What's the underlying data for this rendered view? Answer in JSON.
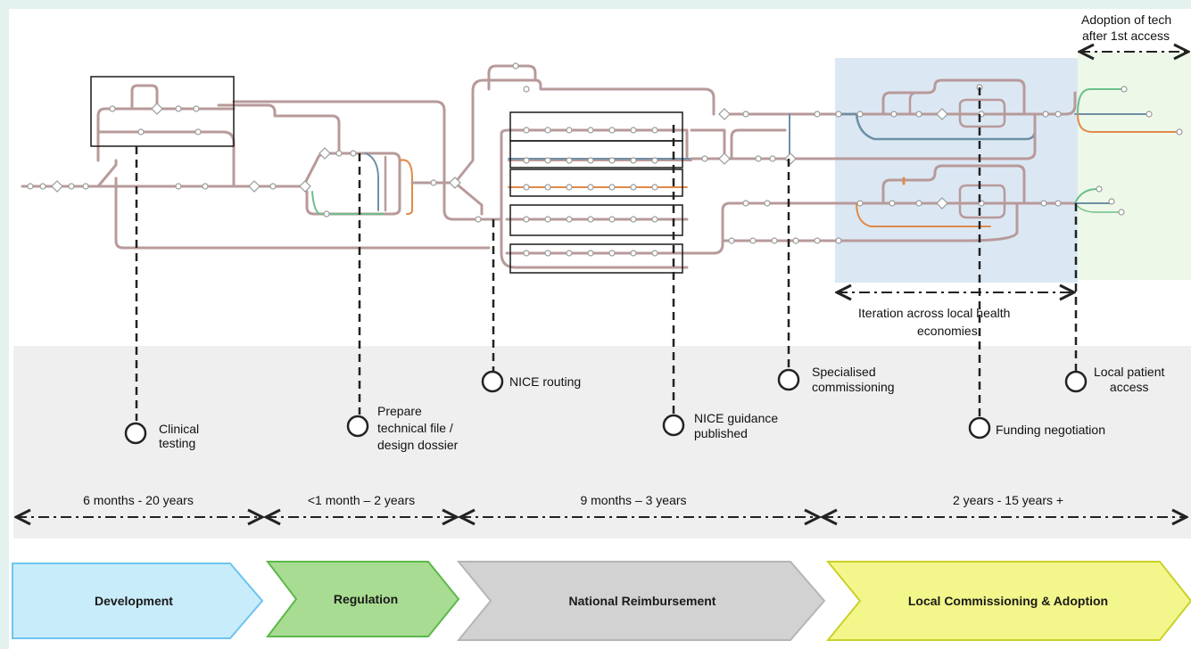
{
  "header": {
    "adoption_line1": "Adoption of tech",
    "adoption_line2": "after 1st access"
  },
  "iteration": {
    "line1": "Iteration across local health",
    "line2": "economies"
  },
  "milestones": {
    "clinical_testing": {
      "line1": "Clinical",
      "line2": "testing"
    },
    "prepare_file": {
      "line1": "Prepare",
      "line2": "technical file /",
      "line3": "design dossier"
    },
    "nice_routing": "NICE routing",
    "nice_guidance": {
      "line1": "NICE guidance",
      "line2": "published"
    },
    "specialised": {
      "line1": "Specialised",
      "line2": "commissioning"
    },
    "funding": "Funding negotiation",
    "local_access": {
      "line1": "Local patient",
      "line2": "access"
    }
  },
  "durations": [
    "6 months - 20 years",
    "<1 month – 2 years",
    "9 months – 3 years",
    "2 years - 15 years +"
  ],
  "phases": [
    "Development",
    "Regulation",
    "National Reimbursement",
    "Local Commissioning & Adoption"
  ],
  "colors": {
    "development": "#c9ecfa",
    "regulation": "#a8dc92",
    "national": "#d2d2d2",
    "local": "#f3f68a",
    "track": "#b89a9a",
    "track_blue": "#6d8fa6",
    "track_green": "#6bbf8a",
    "track_orange": "#e08a4a",
    "band": "#efefef",
    "blue_zone": "#dbe8f4",
    "green_zone": "#eef8e8"
  }
}
